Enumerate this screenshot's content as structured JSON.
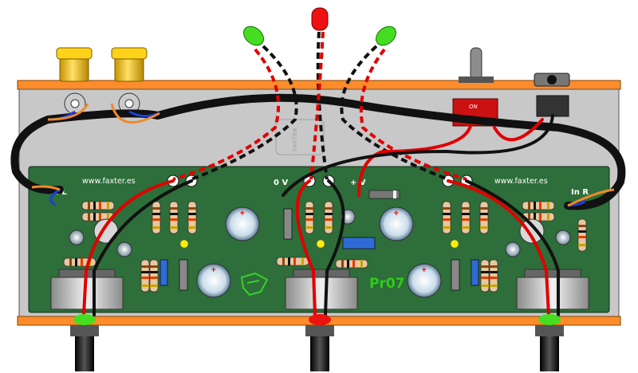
{
  "board": {
    "website_left": "www.faxter.es",
    "website_right": "www.faxter.es",
    "label_in_left": "In L",
    "label_in_right": "In R",
    "label_zero_volts": "0 V",
    "label_plus_volts": "+ V",
    "model_code": "Pr07",
    "switch_text": "ON",
    "watermark": "FAXTER"
  },
  "colors": {
    "enclosure_panel": "#ff8c2a",
    "case_body": "#c8c8c8",
    "pcb": "#2d6e3a",
    "led_green": "#44dd22",
    "led_red": "#ee1111",
    "wire_red": "#e00000",
    "wire_black": "#151515",
    "switch_body": "#cc1111",
    "rca_gold": "#f2c200",
    "pot_knob": "#1a1a1a"
  },
  "icons": [
    "led-green-icon",
    "led-red-icon",
    "rca-jack-icon",
    "toggle-switch-icon",
    "dc-jack-icon",
    "potentiometer-icon",
    "capacitor-icon",
    "resistor-icon",
    "diode-icon"
  ]
}
